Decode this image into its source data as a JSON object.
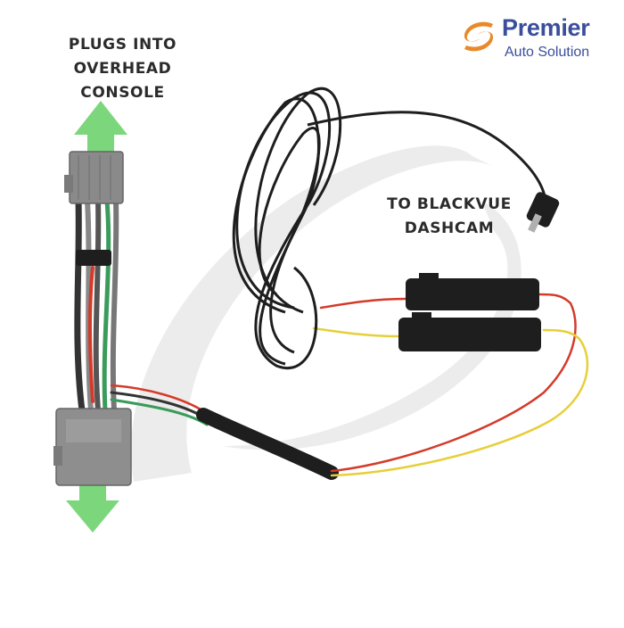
{
  "captions": {
    "console": "PLUGS INTO\nOVERHEAD\nCONSOLE",
    "dashcam": "TO BLACKVUE\nDASHCAM"
  },
  "brand": {
    "name": "Premier",
    "tagline": "Auto Solution",
    "primary_color": "#3a4f9c",
    "accent_color": "#e98a2a"
  },
  "colors": {
    "arrow": "#7cd67c",
    "watermark": "#e8e8e8",
    "cable": "#1e1e1e",
    "connector": "#8a8a8a",
    "wire_red": "#d43a2a",
    "wire_yellow": "#e6cf3a",
    "wire_green": "#3a9b5a"
  },
  "icons": [
    "arrow-up-icon",
    "arrow-down-icon",
    "premier-logo-icon"
  ]
}
